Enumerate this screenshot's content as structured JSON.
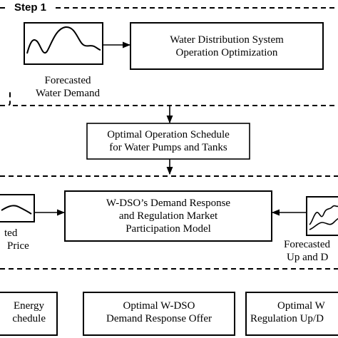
{
  "step1": {
    "label": "Step 1"
  },
  "wds_box": {
    "line1": "Water Distribution System",
    "line2": "Operation Optimization"
  },
  "forecast_demand": {
    "line1": "Forecasted",
    "line2": "Water Demand"
  },
  "schedule_box": {
    "line1": "Optimal Operation Schedule",
    "line2": "for Water Pumps and Tanks"
  },
  "wdso_box": {
    "line1": "W-DSO’s Demand Response",
    "line2": "and Regulation Market",
    "line3": "Participation Model"
  },
  "forecast_price": {
    "line1": "ted",
    "line2": "Price"
  },
  "forecast_reg": {
    "line1": "Forecasted",
    "line2": "Up and D"
  },
  "out_left": {
    "line1": "Energy",
    "line2": "chedule"
  },
  "out_mid": {
    "line1": "Optimal W-DSO",
    "line2": "Demand Response Offer"
  },
  "out_right": {
    "line1": "Optimal W",
    "line2": "Regulation Up/D"
  }
}
